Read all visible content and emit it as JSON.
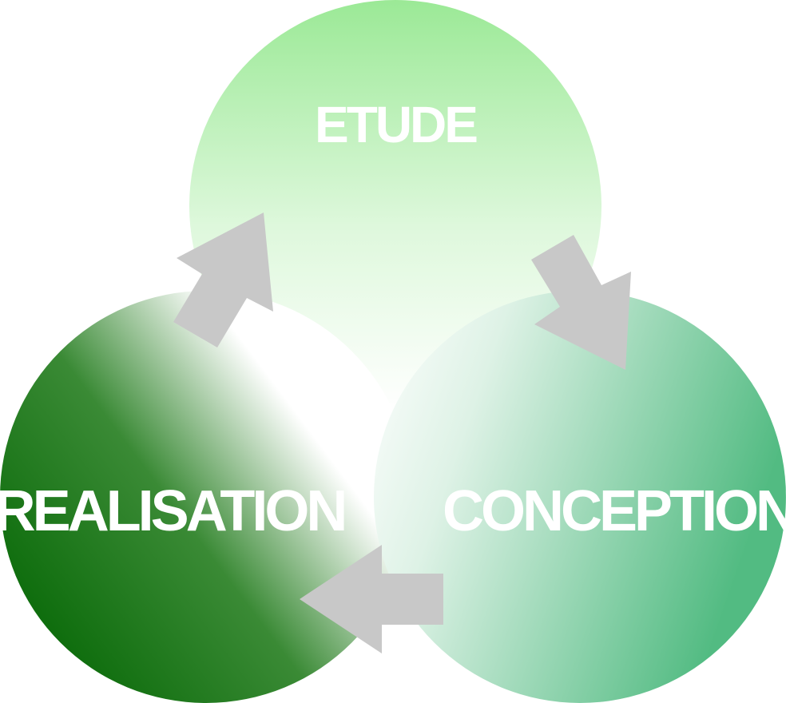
{
  "diagram": {
    "type": "cycle",
    "stages": [
      {
        "label": "ETUDE",
        "color_top": "#9be996",
        "color_bottom": "#ffffff"
      },
      {
        "label": "CONCEPTION",
        "color_main": "#52bb82",
        "color_light": "#ffffff"
      },
      {
        "label": "REALISATION",
        "color_main": "#006400",
        "color_light": "#ffffff"
      }
    ],
    "arrow_color": "#c8c8c8",
    "background": "#ffffff"
  }
}
